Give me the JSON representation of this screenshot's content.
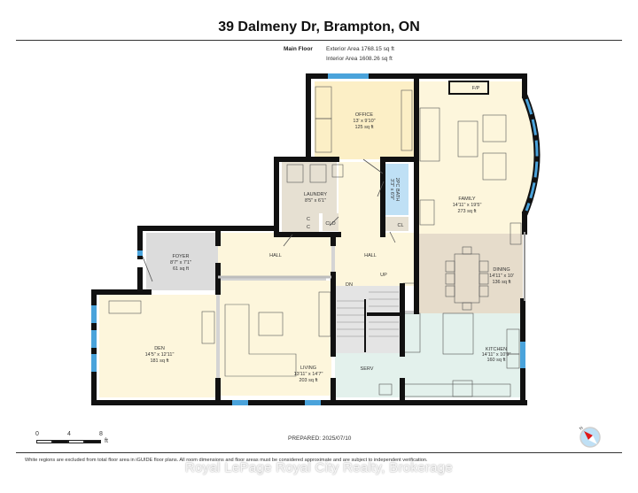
{
  "header": {
    "title": "39 Dalmeny Dr, Brampton, ON",
    "floor_label": "Main Floor",
    "exterior_area": "Exterior Area 1768.15 sq ft",
    "interior_area": "Interior Area 1608.26 sq ft"
  },
  "rooms": {
    "office": {
      "name": "OFFICE",
      "dims": "13' x 9'10\"",
      "area": "125 sq ft"
    },
    "family": {
      "name": "FAMILY",
      "dims": "14'11\" x 19'5\"",
      "area": "273 sq ft"
    },
    "fp": {
      "name": "F/P"
    },
    "laundry": {
      "name": "LAUNDRY",
      "dims": "8'5\" x 6'1\""
    },
    "bath": {
      "name": "2PC BATH",
      "dims": "3'3\" x 6'9\""
    },
    "closet_c1": {
      "name": "C"
    },
    "closet_c2": {
      "name": "C"
    },
    "clo": {
      "name": "CLO"
    },
    "cl": {
      "name": "CL"
    },
    "foyer": {
      "name": "FOYER",
      "dims": "8'7\" x 7'1\"",
      "area": "61 sq ft"
    },
    "hall_left": {
      "name": "HALL"
    },
    "hall_right": {
      "name": "HALL"
    },
    "dining": {
      "name": "DINING",
      "dims": "14'11\" x 10'",
      "area": "136 sq ft"
    },
    "stairs_up": {
      "name": "UP"
    },
    "stairs_dn": {
      "name": "DN"
    },
    "den": {
      "name": "DEN",
      "dims": "14'5\" x 12'11\"",
      "area": "181 sq ft"
    },
    "living": {
      "name": "LIVING",
      "dims": "13'11\" x 14'7\"",
      "area": "203 sq ft"
    },
    "serv": {
      "name": "SERV"
    },
    "kitchen": {
      "name": "KITCHEN",
      "dims": "14'11\" x 10'9\"",
      "area": "160 sq ft"
    }
  },
  "colors": {
    "wall": "#111111",
    "cream": "#fdf6dc",
    "office": "#fcefc6",
    "gray_room": "#dcdcdc",
    "laundry": "#e6e0d2",
    "bath": "#bfe0f5",
    "dining": "#e6dccb",
    "kitchen": "#e3f1ec",
    "window": "#4aa3db"
  },
  "scale": {
    "ticks": [
      "0",
      "4",
      "8"
    ],
    "unit": "ft"
  },
  "prepared": "PREPARED: 2025/07/10",
  "compass": {
    "label": "N"
  },
  "footer": {
    "disclaimer": "White regions are excluded from total floor area in iGUIDE floor plans. All room dimensions and floor areas must be considered approximate and are subject to independent verification.",
    "watermark": "Royal LePage Royal City Realty, Brokerage"
  }
}
